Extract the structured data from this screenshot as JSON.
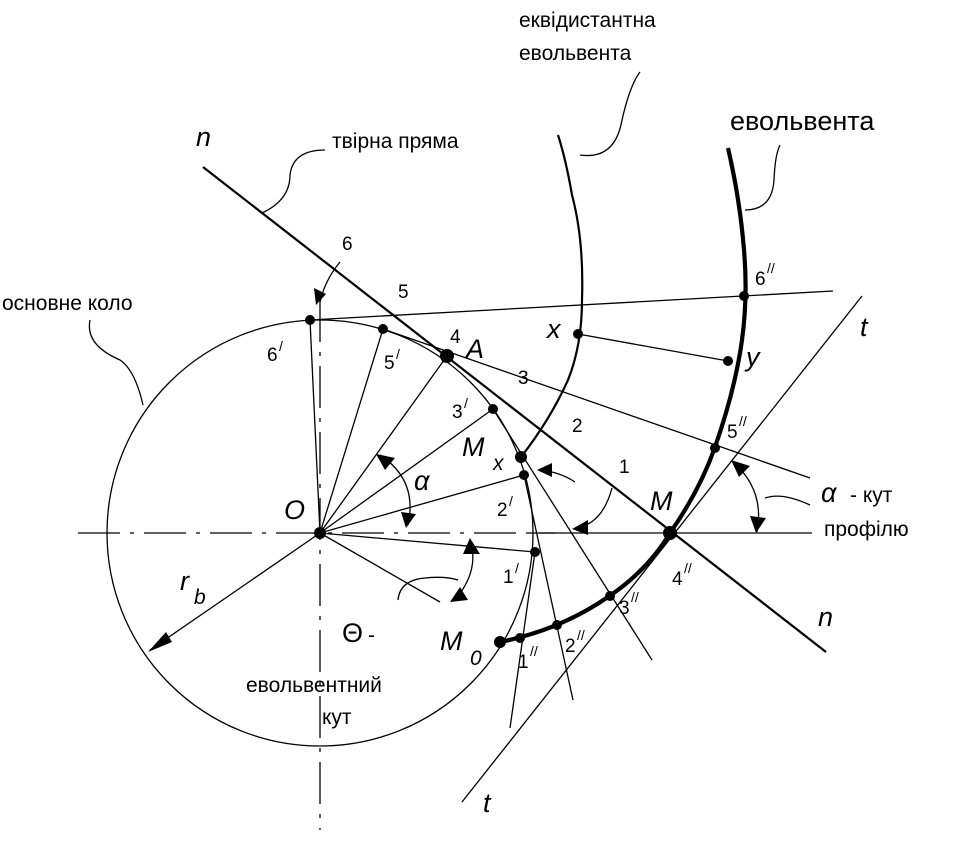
{
  "labels": {
    "equidistant_line1": "еквідистантна",
    "equidistant_line2": "евольвента",
    "involute": "евольвента",
    "generating_line": "твірна пряма",
    "base_circle": "основне коло",
    "profile_angle_suffix": "- кут",
    "profile_angle_line2": "профілю",
    "theta_dash": "-",
    "involute_angle_line1": "евольвентний",
    "involute_angle_line2": "кут"
  },
  "symbols": {
    "n_top": "n",
    "n_bottom": "n",
    "t_top": "t",
    "t_bottom": "t",
    "O": "O",
    "A": "A",
    "M": "M",
    "M0": "M",
    "M0_sub": "0",
    "Mx": "M",
    "Mx_sub": "x",
    "x": "x",
    "y": "y",
    "alpha_inner": "α",
    "alpha_outer": "α",
    "rb": "r",
    "rb_sub": "b",
    "theta": "Θ"
  },
  "points": {
    "p1": "1",
    "p2": "2",
    "p3": "3",
    "p4": "4",
    "p5": "5",
    "p6": "6",
    "p1s": "1",
    "p2s": "2",
    "p3s": "3",
    "p5s": "5",
    "p6s": "6",
    "p1d": "1",
    "p2d": "2",
    "p3d": "3",
    "p4d": "4",
    "p5d": "5",
    "p6d": "6",
    "prime": "/",
    "dprime": "//"
  }
}
